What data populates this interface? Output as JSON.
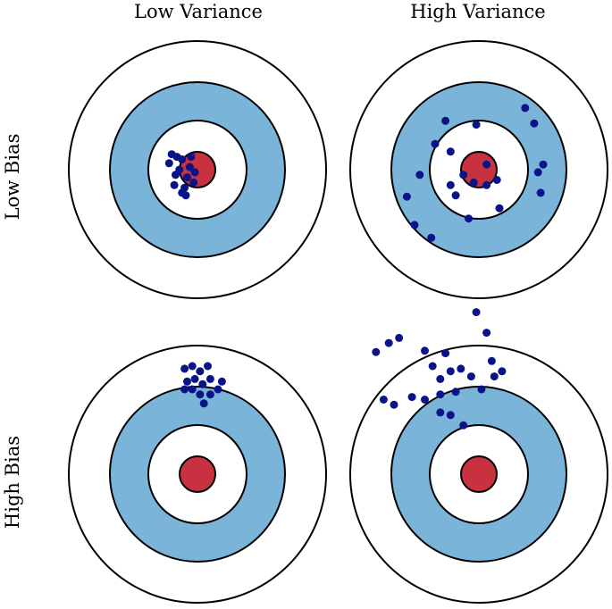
{
  "columns": [
    "Low Variance",
    "High Variance"
  ],
  "rows": [
    "Low Bias",
    "High Bias"
  ],
  "colors": {
    "ring_stroke": "#000000",
    "blue_ring": "#7ab4d9",
    "bullseye": "#c8313f",
    "dots": "#0a1488",
    "background": "#ffffff"
  },
  "panels": [
    {
      "name": "low-bias-low-variance",
      "shots": [
        [
          -0.22,
          -0.05
        ],
        [
          -0.17,
          0.04
        ],
        [
          -0.12,
          -0.08
        ],
        [
          -0.18,
          0.12
        ],
        [
          -0.1,
          0.14
        ],
        [
          -0.05,
          -0.1
        ],
        [
          -0.14,
          0.0
        ],
        [
          -0.08,
          0.06
        ],
        [
          -0.2,
          -0.12
        ],
        [
          -0.03,
          0.1
        ],
        [
          -0.12,
          0.18
        ],
        [
          -0.06,
          -0.02
        ],
        [
          -0.16,
          -0.1
        ],
        [
          -0.09,
          0.2
        ],
        [
          -0.02,
          0.02
        ]
      ]
    },
    {
      "name": "low-bias-high-variance",
      "shots": [
        [
          -0.5,
          0.43
        ],
        [
          -0.26,
          -0.38
        ],
        [
          -0.02,
          -0.35
        ],
        [
          0.36,
          -0.48
        ],
        [
          0.43,
          -0.36
        ],
        [
          -0.34,
          -0.2
        ],
        [
          -0.22,
          -0.14
        ],
        [
          -0.46,
          0.04
        ],
        [
          -0.18,
          0.2
        ],
        [
          -0.12,
          0.04
        ],
        [
          -0.04,
          0.1
        ],
        [
          0.06,
          0.12
        ],
        [
          0.14,
          0.08
        ],
        [
          0.06,
          -0.04
        ],
        [
          0.16,
          0.3
        ],
        [
          -0.22,
          0.12
        ],
        [
          -0.08,
          0.38
        ],
        [
          0.46,
          0.02
        ],
        [
          0.48,
          0.18
        ],
        [
          -0.56,
          0.21
        ],
        [
          -0.37,
          0.53
        ],
        [
          0.5,
          -0.04
        ]
      ]
    },
    {
      "name": "high-bias-low-variance",
      "shots": [
        [
          -0.1,
          -0.82
        ],
        [
          -0.04,
          -0.84
        ],
        [
          0.02,
          -0.8
        ],
        [
          0.08,
          -0.84
        ],
        [
          -0.08,
          -0.72
        ],
        [
          -0.02,
          -0.74
        ],
        [
          0.04,
          -0.7
        ],
        [
          0.1,
          -0.74
        ],
        [
          0.16,
          -0.66
        ],
        [
          -0.1,
          -0.66
        ],
        [
          0.02,
          -0.62
        ],
        [
          0.1,
          -0.62
        ],
        [
          0.05,
          -0.55
        ],
        [
          0.19,
          -0.72
        ],
        [
          -0.04,
          -0.66
        ]
      ]
    },
    {
      "name": "high-bias-high-variance",
      "shots": [
        [
          -0.8,
          -0.95
        ],
        [
          -0.7,
          -1.02
        ],
        [
          -0.62,
          -1.06
        ],
        [
          -0.42,
          -0.96
        ],
        [
          -0.36,
          -0.84
        ],
        [
          -0.26,
          -0.94
        ],
        [
          -0.22,
          -0.8
        ],
        [
          -0.3,
          -0.74
        ],
        [
          -0.14,
          -0.82
        ],
        [
          -0.06,
          -0.76
        ],
        [
          -0.3,
          -0.62
        ],
        [
          -0.18,
          -0.64
        ],
        [
          -0.42,
          -0.58
        ],
        [
          -0.52,
          -0.6
        ],
        [
          -0.66,
          -0.54
        ],
        [
          -0.74,
          -0.58
        ],
        [
          -0.3,
          -0.48
        ],
        [
          -0.22,
          -0.46
        ],
        [
          0.02,
          -0.66
        ],
        [
          0.12,
          -0.76
        ],
        [
          0.06,
          -1.1
        ],
        [
          -0.02,
          -1.26
        ],
        [
          0.1,
          -0.88
        ],
        [
          0.18,
          -0.8
        ],
        [
          -0.12,
          -0.38
        ]
      ]
    }
  ]
}
